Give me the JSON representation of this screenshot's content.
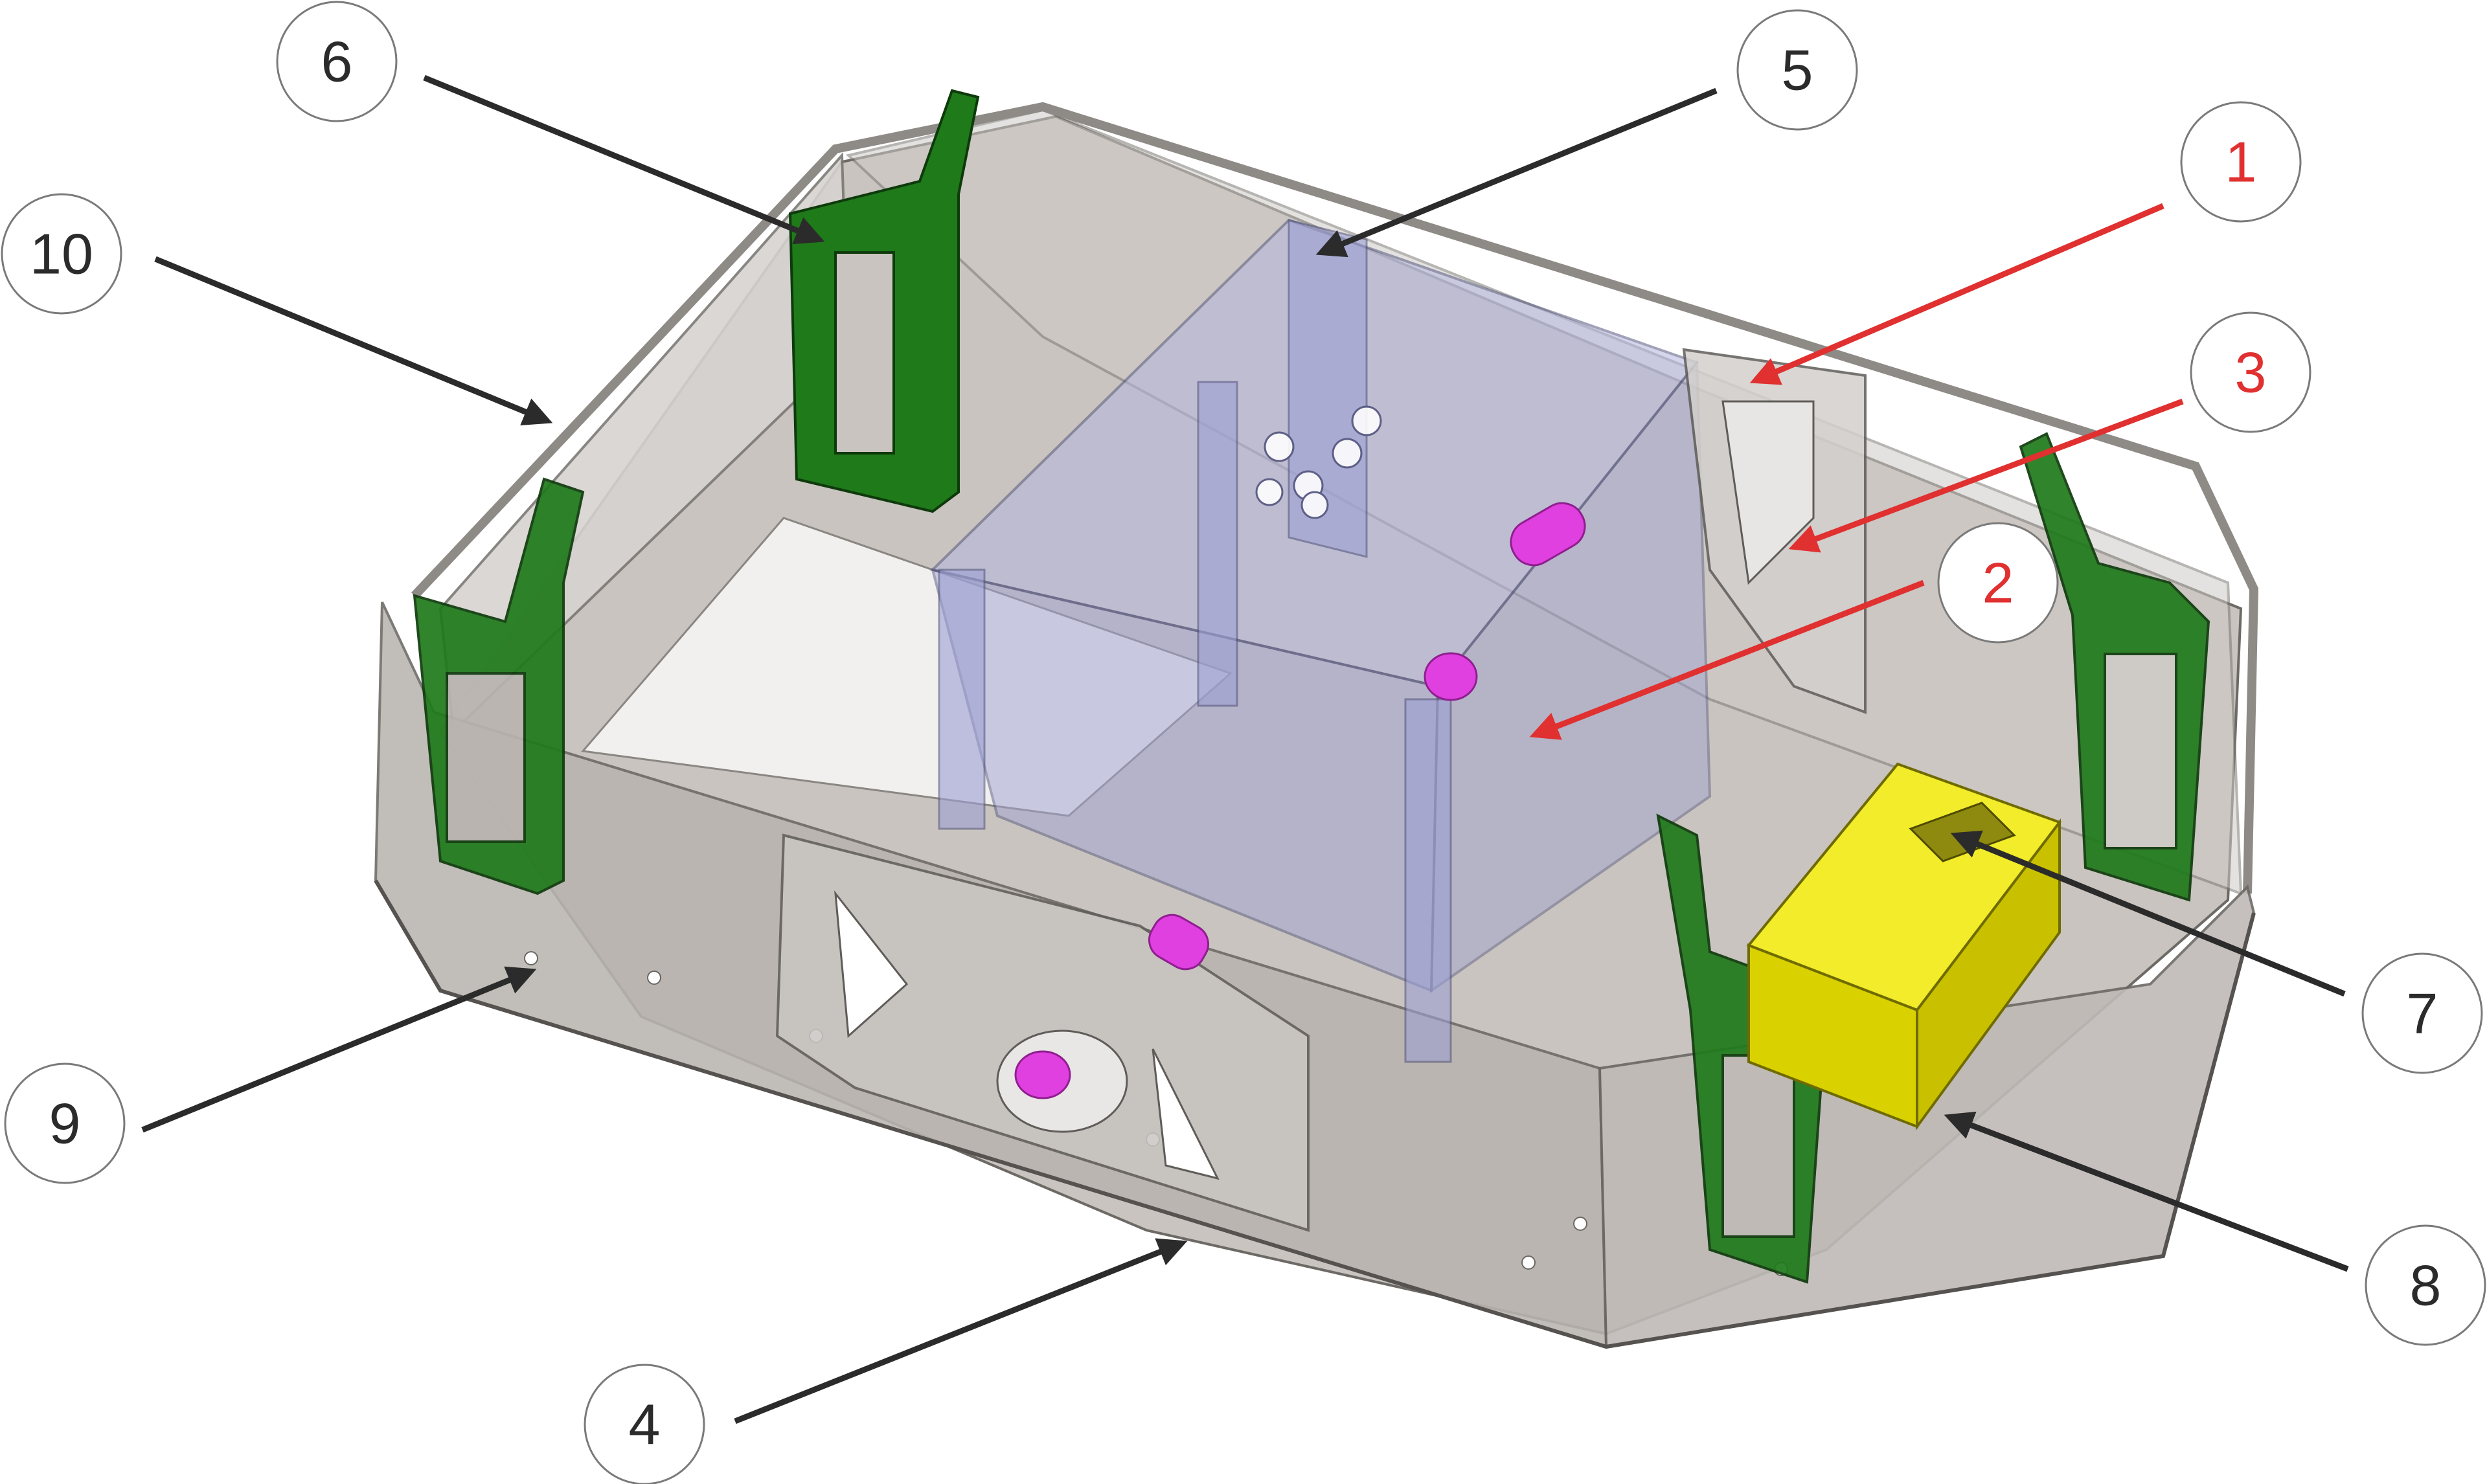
{
  "colors": {
    "callout_dark": "#2b2b2b",
    "callout_red": "#e03030",
    "frame_grey": "#bdb8b3",
    "bracket_green": "#1f7a1a",
    "box_yellow": "#e8e000",
    "roller_magenta": "#e040e0",
    "cage_lavender": "#a7a9d8"
  },
  "callouts": [
    {
      "id": "1",
      "label": "1",
      "color": "red"
    },
    {
      "id": "2",
      "label": "2",
      "color": "red"
    },
    {
      "id": "3",
      "label": "3",
      "color": "red"
    },
    {
      "id": "4",
      "label": "4",
      "color": "dark"
    },
    {
      "id": "5",
      "label": "5",
      "color": "dark"
    },
    {
      "id": "6",
      "label": "6",
      "color": "dark"
    },
    {
      "id": "7",
      "label": "7",
      "color": "dark"
    },
    {
      "id": "8",
      "label": "8",
      "color": "dark"
    },
    {
      "id": "9",
      "label": "9",
      "color": "dark"
    },
    {
      "id": "10",
      "label": "10",
      "color": "dark"
    }
  ]
}
